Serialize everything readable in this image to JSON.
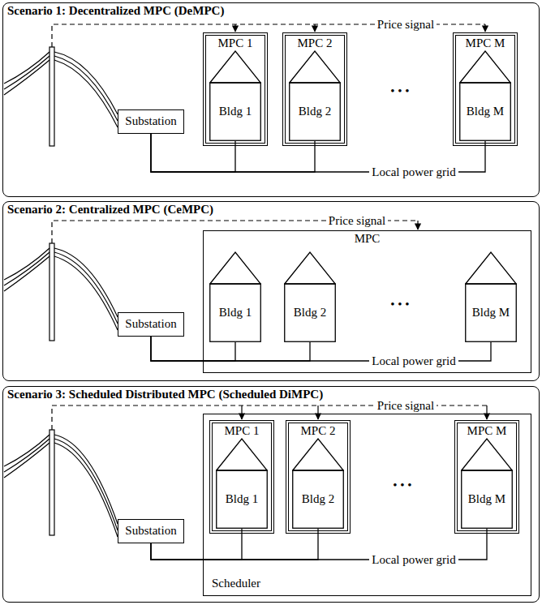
{
  "diagram": {
    "nodes": [
      {
        "text": [
          "Scenario 1: Decentralized MPC (DeMPC)"
        ]
      },
      {
        "text": [
          "Substation"
        ],
        "in": 0
      },
      {
        "text": [
          "MPC 1"
        ],
        "in": 0
      },
      {
        "text": [
          "Bldg 1"
        ],
        "in": 2
      },
      {
        "text": [
          "MPC 2"
        ],
        "in": 0
      },
      {
        "text": [
          "Bldg 2"
        ],
        "in": 4
      },
      {
        "text": [
          "MPC M"
        ],
        "in": 0
      },
      {
        "text": [
          "Bldg M"
        ],
        "in": 6
      },
      {
        "text": [
          "Scenario 2: Centralized MPC (CeMPC)"
        ]
      },
      {
        "text": [
          "Substation"
        ],
        "in": 8
      },
      {
        "text": [
          "MPC"
        ],
        "in": 8
      },
      {
        "text": [
          "Bldg 1"
        ],
        "in": 10
      },
      {
        "text": [
          "Bldg 2"
        ],
        "in": 10
      },
      {
        "text": [
          "Bldg M"
        ],
        "in": 10
      },
      {
        "text": [
          "Scenario 3: Scheduled Distributed MPC (Scheduled DiMPC)"
        ]
      },
      {
        "text": [
          "Substation"
        ],
        "in": 14
      },
      {
        "text": [
          "Scheduler"
        ],
        "in": 14
      },
      {
        "text": [
          "MPC 1"
        ],
        "in": 16
      },
      {
        "text": [
          "Bldg 1"
        ],
        "in": 17
      },
      {
        "text": [
          "MPC 2"
        ],
        "in": 16
      },
      {
        "text": [
          "Bldg 2"
        ],
        "in": 19
      },
      {
        "text": [
          "MPC M"
        ],
        "in": 16
      },
      {
        "text": [
          "Bldg M"
        ],
        "in": 21
      }
    ],
    "edges": [
      {
        "from": 1,
        "to": 3,
        "arrow": "none"
      },
      {
        "from": 1,
        "to": 5,
        "arrow": "none"
      },
      {
        "from": 1,
        "to": 7,
        "arrow": "none"
      },
      {
        "from": 9,
        "to": 11,
        "arrow": "none"
      },
      {
        "from": 9,
        "to": 12,
        "arrow": "none"
      },
      {
        "from": 9,
        "to": 13,
        "arrow": "none"
      },
      {
        "from": 15,
        "to": 18,
        "arrow": "none"
      },
      {
        "from": 15,
        "to": 20,
        "arrow": "none"
      },
      {
        "from": 15,
        "to": 22,
        "arrow": "none"
      }
    ],
    "labels": [
      "Price signal",
      "• • •",
      "Local power grid",
      "Price signal",
      "• • •",
      "Local power grid",
      "Price signal",
      "• • •",
      "Local power grid"
    ]
  }
}
